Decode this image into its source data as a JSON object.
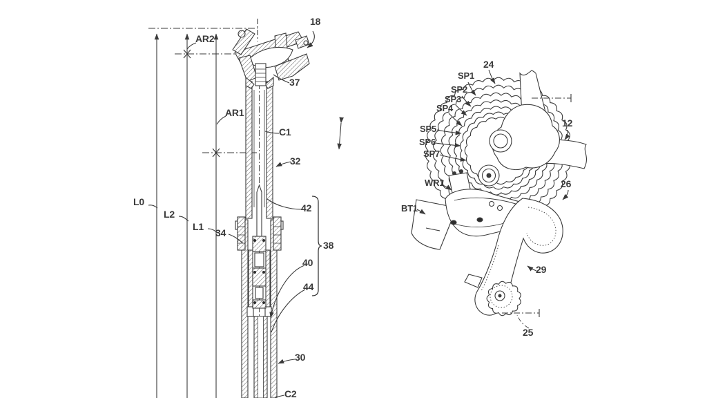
{
  "meta": {
    "type": "patent-style technical line drawing",
    "background": "#ffffff",
    "line_color": "#3a3a3a",
    "text_color": "#3a3a3a"
  },
  "left": {
    "name": "telescopic seatpost assembly cross-section",
    "labels": {
      "ar2": "AR2",
      "ar1": "AR1",
      "l0": "L0",
      "l2": "L2",
      "l1": "L1",
      "ref18": "18",
      "ref37": "37",
      "c1": "C1",
      "ref32": "32",
      "ref42": "42",
      "ref34": "34",
      "ref38": "38",
      "ref40": "40",
      "ref44": "44",
      "ref30": "30",
      "c2": "C2"
    }
  },
  "right": {
    "name": "rear derailleur and sprocket cassette",
    "labels": {
      "ref24": "24",
      "sp1": "SP1",
      "sp2": "SP2",
      "sp3": "SP3",
      "sp4": "SP4",
      "sp5": "SP5",
      "sp6": "SP6",
      "sp7": "SP7",
      "wr1": "WR1",
      "bt1": "BT1",
      "ref12": "12",
      "ref26": "26",
      "ref29": "29",
      "ref25": "25"
    }
  }
}
